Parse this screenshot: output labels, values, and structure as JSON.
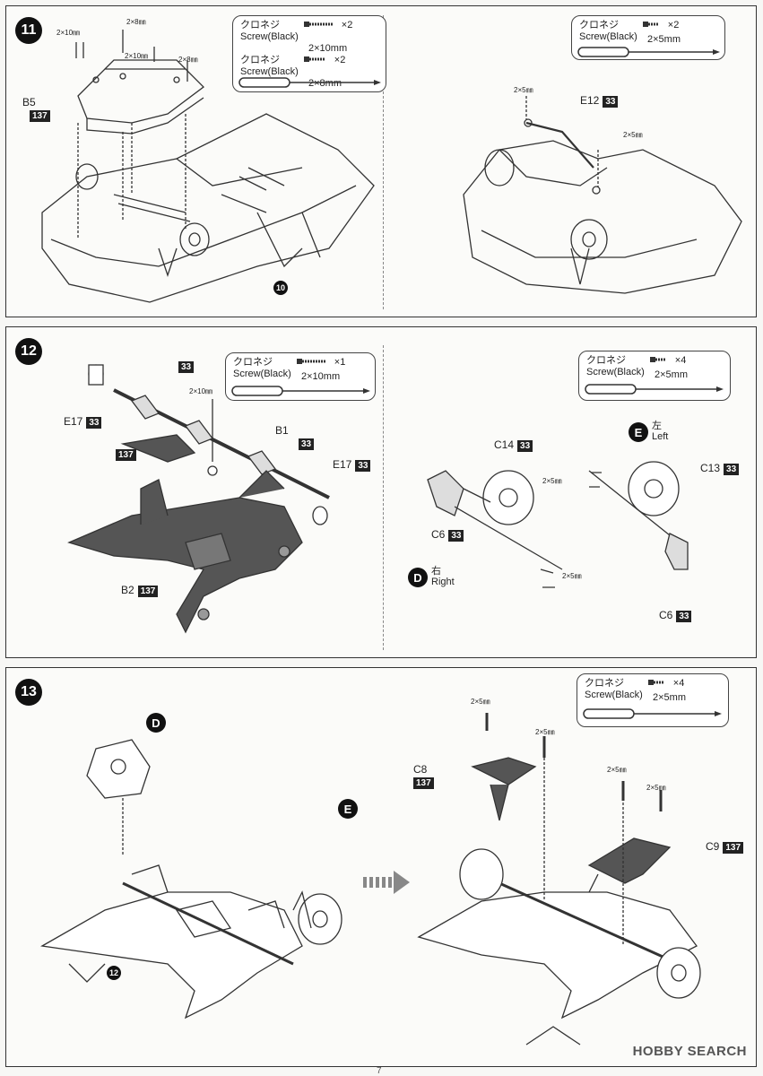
{
  "steps": {
    "s11": {
      "number": "11",
      "box_left": {
        "r1_ja": "クロネジ",
        "r1_en": "Screw(Black)",
        "r1_qty": "×2",
        "r1_size": "2×10mm",
        "r2_ja": "クロネジ",
        "r2_en": "Screw(Black)",
        "r2_qty": "×2",
        "r2_size": "2×8mm"
      },
      "box_right": {
        "ja": "クロネジ",
        "en": "Screw(Black)",
        "qty": "×2",
        "size": "2×5mm"
      },
      "labels": {
        "b5": "B5",
        "b5_tag": "137",
        "e12": "E12",
        "e12_tag": "33",
        "sz_a": "2×10㎜",
        "sz_b": "2×8㎜",
        "sz_c": "2×10㎜",
        "sz_d": "2×8㎜",
        "sz_e": "2×5㎜",
        "sz_f": "2×5㎜",
        "ref10": "10"
      }
    },
    "s12": {
      "number": "12",
      "box_left": {
        "ja": "クロネジ",
        "en": "Screw(Black)",
        "qty": "×1",
        "size": "2×10mm"
      },
      "box_right": {
        "ja": "クロネジ",
        "en": "Screw(Black)",
        "qty": "×4",
        "size": "2×5mm"
      },
      "labels": {
        "tag33_top": "33",
        "e17_left": "E17",
        "e17_left_tag": "33",
        "tag137": "137",
        "sz_screw": "2×10㎜",
        "b1": "B1",
        "b1_tag": "33",
        "e17_right": "E17",
        "e17_right_tag": "33",
        "b2": "B2",
        "b2_tag": "137",
        "c14": "C14",
        "c14_tag": "33",
        "c6_left": "C6",
        "c6_left_tag": "33",
        "c13": "C13",
        "c13_tag": "33",
        "c6_right": "C6",
        "c6_right_tag": "33",
        "sz_e1": "2×5㎜",
        "sz_e2": "2×5㎜",
        "e_letter": "E",
        "e_ja": "左",
        "e_en": "Left",
        "d_letter": "D",
        "d_ja": "右",
        "d_en": "Right"
      }
    },
    "s13": {
      "number": "13",
      "box": {
        "ja": "クロネジ",
        "en": "Screw(Black)",
        "qty": "×4",
        "size": "2×5mm"
      },
      "labels": {
        "d_letter": "D",
        "e_letter": "E",
        "ref12": "12",
        "c8": "C8",
        "c8_tag": "137",
        "c9": "C9",
        "c9_tag": "137",
        "sz1": "2×5㎜",
        "sz2": "2×5㎜",
        "sz3": "2×5㎜",
        "sz4": "2×5㎜"
      }
    }
  },
  "watermark": "HOBBY SEARCH",
  "page_number": "7",
  "colors": {
    "ink": "#222222",
    "part_dark": "#555555",
    "tag_bg": "#222222"
  }
}
